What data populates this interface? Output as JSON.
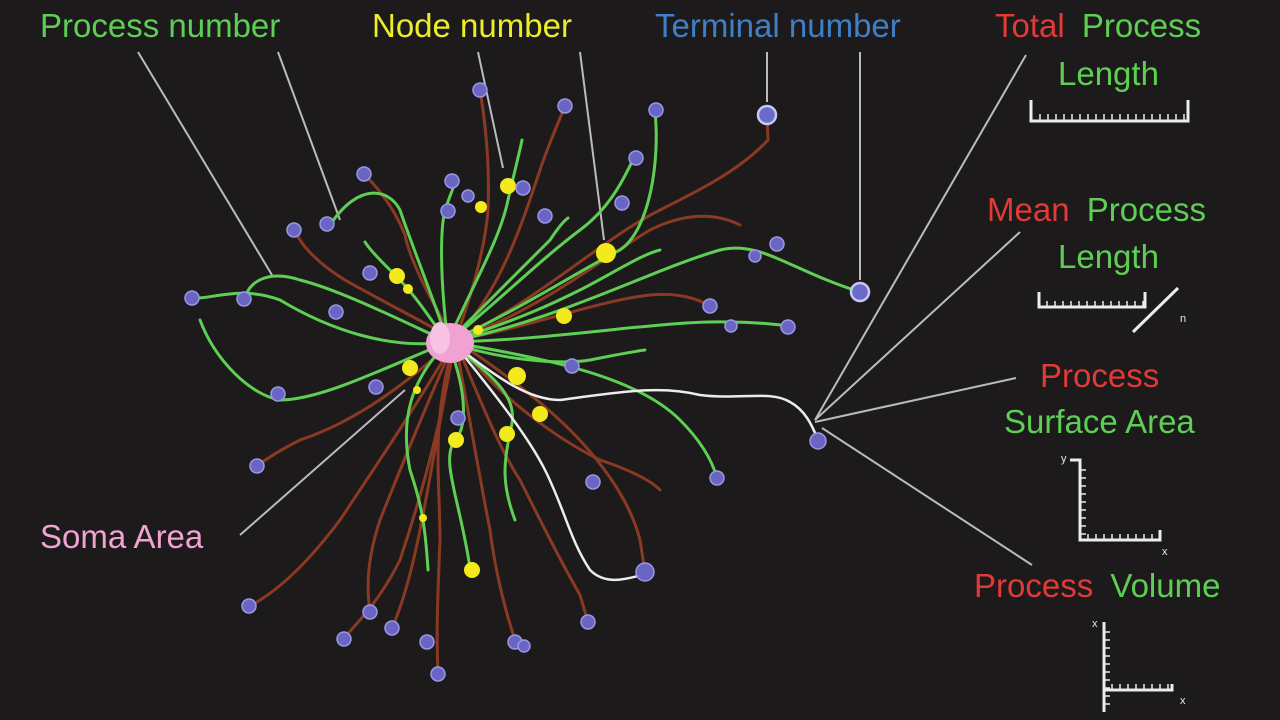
{
  "colors": {
    "background": "#1c1a1b",
    "green": "#5ecf53",
    "yellow": "#ecec2a",
    "blue": "#3f7fc6",
    "red": "#e23a36",
    "pink": "#f0a3d2",
    "white": "#ececec",
    "brown": "#8a3a22",
    "terminal": "#6a64c4",
    "node": "#f2ea1c"
  },
  "labels": {
    "process_number": "Process number",
    "node_number": "Node number",
    "terminal_number": "Terminal number",
    "total_word": "Total",
    "process_word": "Process",
    "length_word": "Length",
    "mean_word": "Mean",
    "process_red": "Process",
    "surface_area": "Surface Area",
    "process_red2": "Process",
    "volume_word": "Volume",
    "soma_area": "Soma Area"
  },
  "axis_ticks": {
    "n": "n",
    "y1": "y",
    "x1": "x",
    "x2": "x",
    "x3": "x"
  }
}
